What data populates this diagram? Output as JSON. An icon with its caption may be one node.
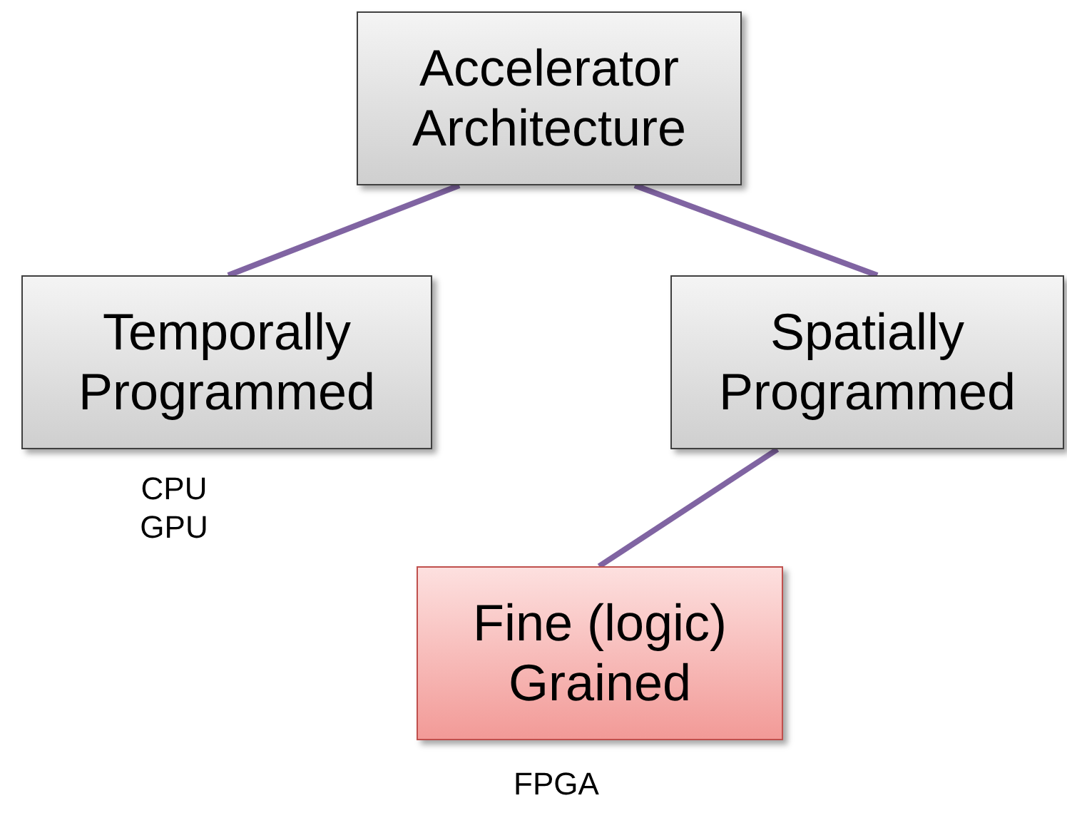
{
  "diagram": {
    "nodes": [
      {
        "text": [
          "Accelerator Architecture"
        ]
      },
      {
        "text": [
          "Temporally Programmed"
        ],
        "beside": [
          "CPU",
          "GPU"
        ]
      },
      {
        "text": [
          "Spatially Programmed"
        ]
      },
      {
        "text": [
          "Fine (logic) Grained"
        ],
        "beside": [
          "FPGA"
        ]
      }
    ],
    "edges": [
      {
        "from": 0,
        "to": 1,
        "arrow": "none"
      },
      {
        "from": 0,
        "to": 2,
        "arrow": "none"
      },
      {
        "from": 2,
        "to": 3,
        "arrow": "none"
      }
    ]
  }
}
